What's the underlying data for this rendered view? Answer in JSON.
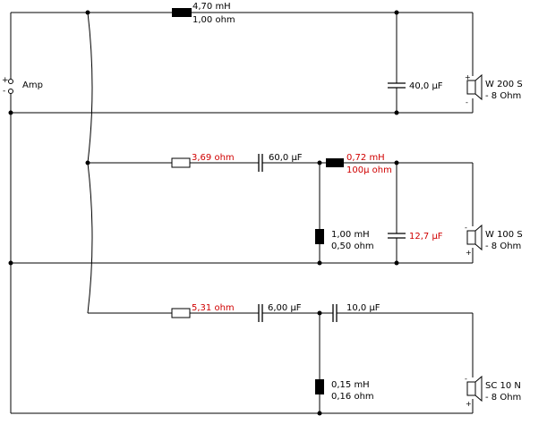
{
  "amp": {
    "label": "Amp",
    "plus": "+",
    "minus": "-"
  },
  "branches": [
    {
      "id": "woofer",
      "inductor": {
        "inductance": "4,70 mH",
        "resistance": "1,00 ohm"
      },
      "shunt_capacitor": {
        "value": "40,0 µF"
      },
      "speaker": {
        "model": "W 200 S",
        "impedance": "- 8 Ohm"
      }
    },
    {
      "id": "midrange",
      "series_resistor": {
        "value": "3,69 ohm"
      },
      "series_capacitor": {
        "value": "60,0 µF"
      },
      "series_inductor": {
        "inductance": "0,72 mH",
        "resistance": "100µ ohm"
      },
      "shunt_inductor": {
        "inductance": "1,00 mH",
        "resistance": "0,50 ohm"
      },
      "shunt_capacitor": {
        "value": "12,7 µF"
      },
      "speaker": {
        "model": "W 100 S",
        "impedance": "- 8 Ohm"
      }
    },
    {
      "id": "tweeter",
      "series_resistor": {
        "value": "5,31 ohm"
      },
      "series_capacitor_1": {
        "value": "6,00 µF"
      },
      "series_capacitor_2": {
        "value": "10,0 µF"
      },
      "shunt_inductor": {
        "inductance": "0,15 mH",
        "resistance": "0,16 ohm"
      },
      "speaker": {
        "model": "SC 10 N",
        "impedance": "- 8 Ohm"
      }
    }
  ],
  "speaker_polarity": {
    "plus": "+",
    "minus": "-"
  },
  "colors": {
    "wire": "#000000",
    "text": "#000000",
    "highlight": "#d00000"
  }
}
